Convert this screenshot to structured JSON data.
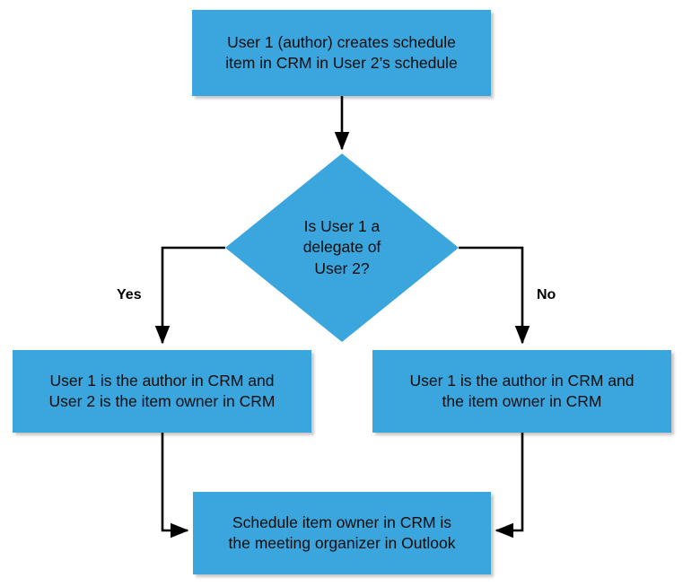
{
  "diagram": {
    "type": "flowchart",
    "background_color": "#ffffff",
    "node_fill_color": "#3ba5dd",
    "text_color": "#0d0d0d",
    "connector_color": "#000000",
    "nodes": {
      "start": {
        "shape": "rectangle",
        "text": "User 1 (author) creates schedule\nitem in CRM in User 2’s schedule"
      },
      "decision": {
        "shape": "diamond",
        "text": "Is User 1 a\ndelegate of\nUser 2?"
      },
      "yes_branch": {
        "shape": "rectangle",
        "text": "User 1 is the author in CRM and\nUser 2 is the item owner in CRM"
      },
      "no_branch": {
        "shape": "rectangle",
        "text": "User 1 is the author in CRM and\nthe item owner in CRM"
      },
      "end": {
        "shape": "rectangle",
        "text": "Schedule item owner in CRM is\nthe meeting organizer in Outlook"
      }
    },
    "edge_labels": {
      "yes": "Yes",
      "no": "No"
    }
  }
}
